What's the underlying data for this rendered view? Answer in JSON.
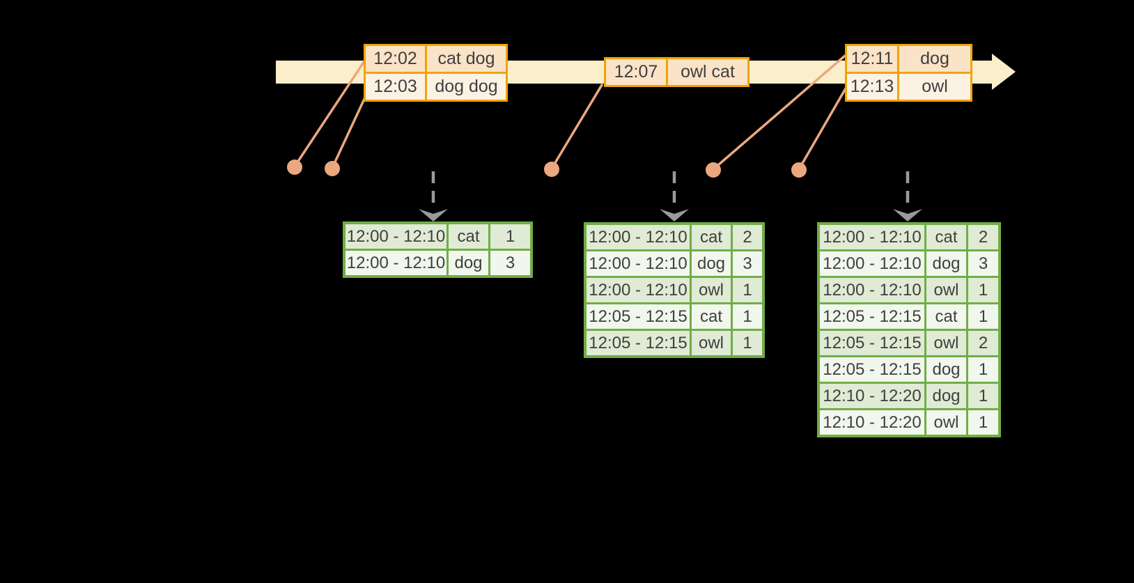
{
  "colors": {
    "background": "#000000",
    "timeline_band": "#FBEECB",
    "event_border": "#F0A402",
    "event_row_dark": "#FAE3C7",
    "event_row_light": "#FCF2E4",
    "connector": "#EBA87E",
    "result_border": "#70AD47",
    "result_row_dark": "#DFEBD4",
    "result_row_light": "#F2F7EE",
    "arrow_gray": "#9A9A9A",
    "text": "#3F3F3F"
  },
  "event_tables": [
    {
      "rows": [
        [
          "12:02",
          "cat dog"
        ],
        [
          "12:03",
          "dog dog"
        ]
      ]
    },
    {
      "rows": [
        [
          "12:07",
          "owl cat"
        ]
      ]
    },
    {
      "rows": [
        [
          "12:11",
          "dog"
        ],
        [
          "12:13",
          "owl"
        ]
      ]
    }
  ],
  "result_tables": [
    {
      "rows": [
        [
          "12:00 - 12:10",
          "cat",
          "1"
        ],
        [
          "12:00 - 12:10",
          "dog",
          "3"
        ]
      ]
    },
    {
      "rows": [
        [
          "12:00 - 12:10",
          "cat",
          "2"
        ],
        [
          "12:00 - 12:10",
          "dog",
          "3"
        ],
        [
          "12:00 - 12:10",
          "owl",
          "1"
        ],
        [
          "12:05 - 12:15",
          "cat",
          "1"
        ],
        [
          "12:05 - 12:15",
          "owl",
          "1"
        ]
      ]
    },
    {
      "rows": [
        [
          "12:00 - 12:10",
          "cat",
          "2"
        ],
        [
          "12:00 - 12:10",
          "dog",
          "3"
        ],
        [
          "12:00 - 12:10",
          "owl",
          "1"
        ],
        [
          "12:05 - 12:15",
          "cat",
          "1"
        ],
        [
          "12:05 - 12:15",
          "owl",
          "2"
        ],
        [
          "12:05 - 12:15",
          "dog",
          "1"
        ],
        [
          "12:10 - 12:20",
          "dog",
          "1"
        ],
        [
          "12:10 - 12:20",
          "owl",
          "1"
        ]
      ]
    }
  ]
}
